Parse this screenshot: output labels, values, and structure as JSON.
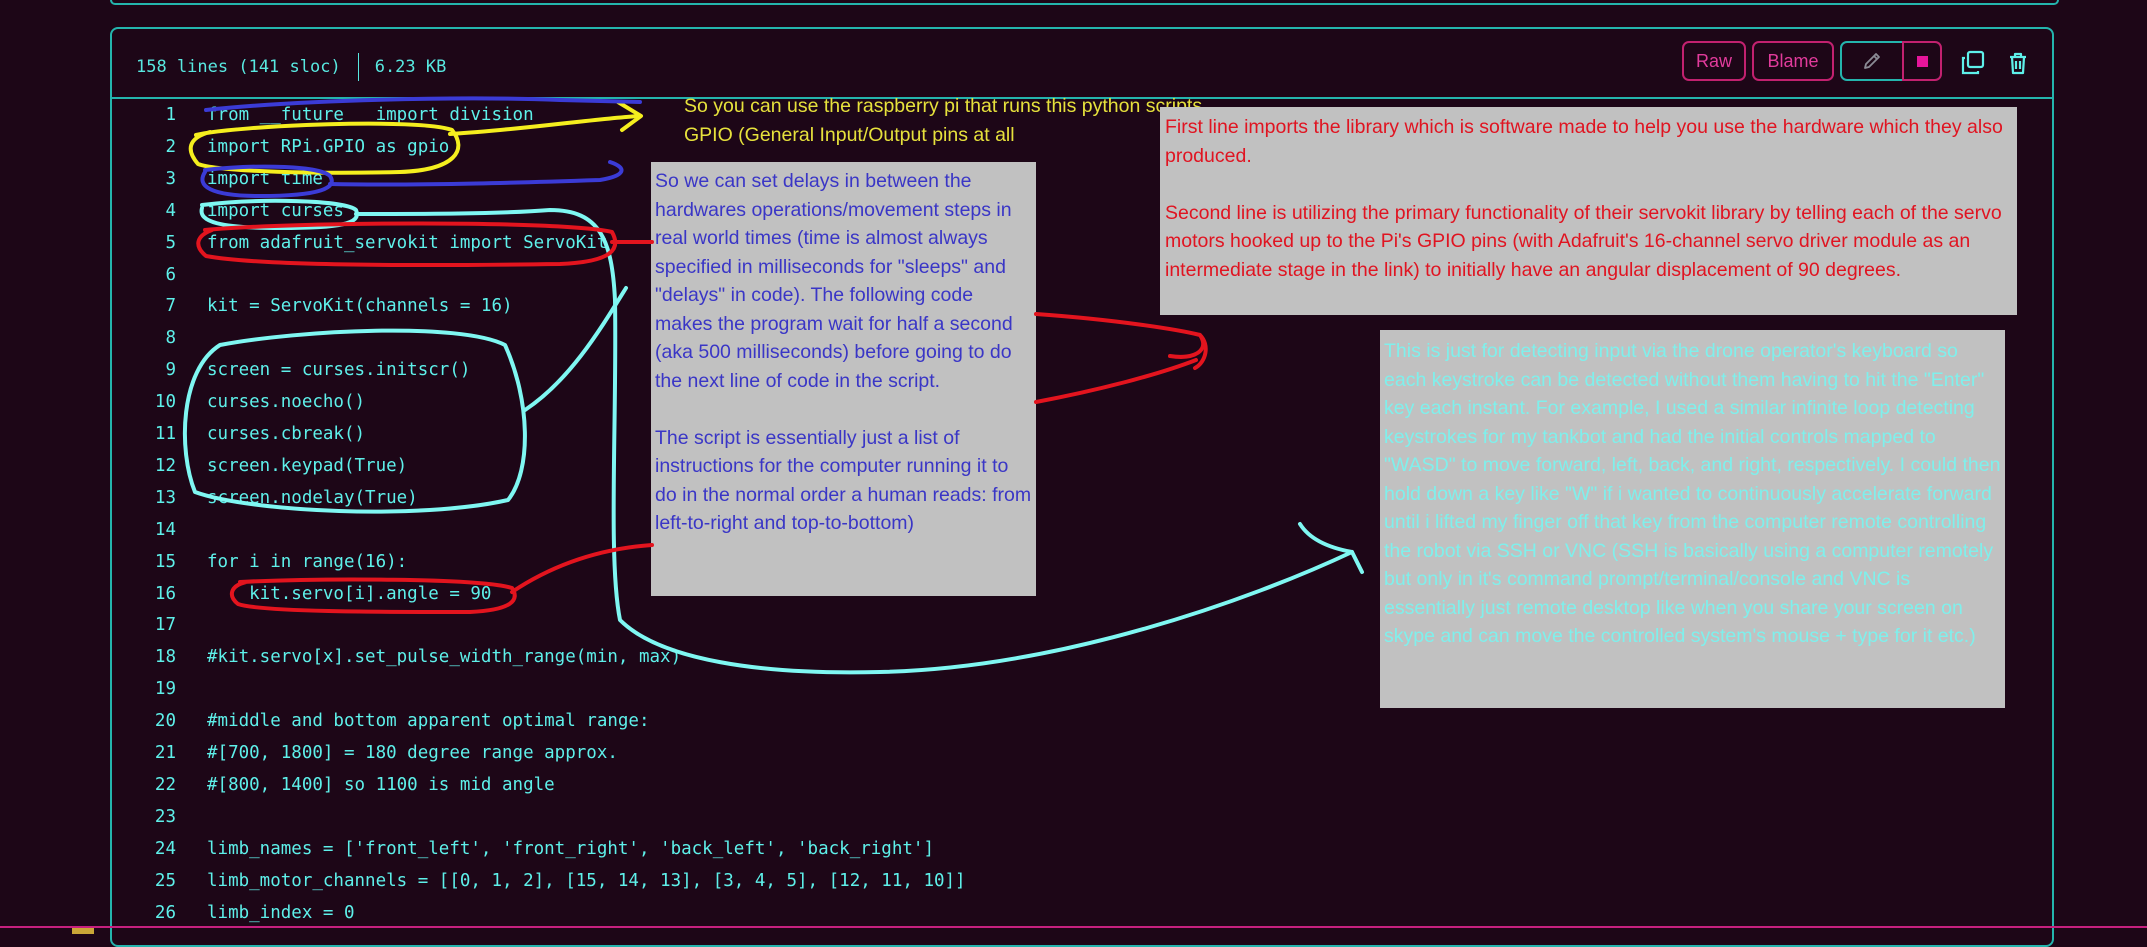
{
  "file_header": {
    "lines_info": "158 lines (141 sloc)",
    "size": "6.23 KB",
    "raw_label": "Raw",
    "blame_label": "Blame"
  },
  "code_lines": [
    {
      "n": "1",
      "text": "from __future__ import division"
    },
    {
      "n": "2",
      "text": "import RPi.GPIO as gpio"
    },
    {
      "n": "3",
      "text": "import time"
    },
    {
      "n": "4",
      "text": "import curses"
    },
    {
      "n": "5",
      "text": "from adafruit_servokit import ServoKit"
    },
    {
      "n": "6",
      "text": ""
    },
    {
      "n": "7",
      "text": "kit = ServoKit(channels = 16)"
    },
    {
      "n": "8",
      "text": ""
    },
    {
      "n": "9",
      "text": "screen = curses.initscr()"
    },
    {
      "n": "10",
      "text": "curses.noecho()"
    },
    {
      "n": "11",
      "text": "curses.cbreak()"
    },
    {
      "n": "12",
      "text": "screen.keypad(True)"
    },
    {
      "n": "13",
      "text": "screen.nodelay(True)"
    },
    {
      "n": "14",
      "text": ""
    },
    {
      "n": "15",
      "text": "for i in range(16):"
    },
    {
      "n": "16",
      "text": "    kit.servo[i].angle = 90"
    },
    {
      "n": "17",
      "text": ""
    },
    {
      "n": "18",
      "text": "#kit.servo[x].set_pulse_width_range(min, max)"
    },
    {
      "n": "19",
      "text": ""
    },
    {
      "n": "20",
      "text": "#middle and bottom apparent optimal range:"
    },
    {
      "n": "21",
      "text": "#[700, 1800] = 180 degree range approx."
    },
    {
      "n": "22",
      "text": "#[800, 1400] so 1100 is mid angle"
    },
    {
      "n": "23",
      "text": ""
    },
    {
      "n": "24",
      "text": "limb_names = ['front_left', 'front_right', 'back_left', 'back_right']"
    },
    {
      "n": "25",
      "text": "limb_motor_channels = [[0, 1, 2], [15, 14, 13], [3, 4, 5], [12, 11, 10]]"
    },
    {
      "n": "26",
      "text": "limb_index = 0"
    }
  ],
  "annotations": {
    "yellow_note": "So you can use the raspberry pi that runs this python scripts GPIO (General Input/Output pins at all",
    "blue_note_p1": "So we can set delays in between the hardwares operations/movement steps in real world times (time is almost always specified in milliseconds for \"sleeps\" and \"delays\" in code). The following code makes the program wait for half a second (aka 500 milliseconds) before going to do the next line of code in the script.",
    "blue_note_p2": "The script is essentially just a list of instructions for the computer running it to do in the normal order a human reads: from left-to-right and top-to-bottom)",
    "red_note_p1": "First line imports the library which is software made to help you use the hardware which they also produced.",
    "red_note_p2": "Second line is utilizing the primary functionality of their servokit library by telling each of the servo motors hooked up to the Pi's GPIO pins (with Adafruit's 16-channel servo driver module as an intermediate stage in the link) to initially have an angular displacement of 90 degrees.",
    "cyan_note": "This is just for detecting input via the drone operator's keyboard so each keystroke can be detected without them having to hit the \"Enter\" key each instant. For example, I used a similar infinite loop detecting keystrokes for my tankbot and had the initial controls mapped to \"WASD\" to move forward, left, back, and right, respectively. I could then hold down a key like \"W\" if i wanted to continuously accelerate forward until i lifted my finger off that key from the computer remote controlling the robot via SSH or VNC (SSH is basically using a computer remotely but only in it's command prompt/terminal/console and VNC is essentially just remote desktop like when you share your screen on skype and can move the controlled system's mouse + type for it etc.)"
  },
  "colors": {
    "background": "#1d0617",
    "code_text": "#5ef0ea",
    "accent_pink": "#c2216f",
    "border_teal": "#24b4ad",
    "ink_yellow": "#f5ee1e",
    "ink_blue": "#3b3bd6",
    "ink_cyan": "#7ff7f2",
    "ink_red": "#e3141e"
  },
  "icons": [
    "pencil-icon",
    "chevron-square-icon",
    "copy-icon",
    "trash-icon"
  ]
}
